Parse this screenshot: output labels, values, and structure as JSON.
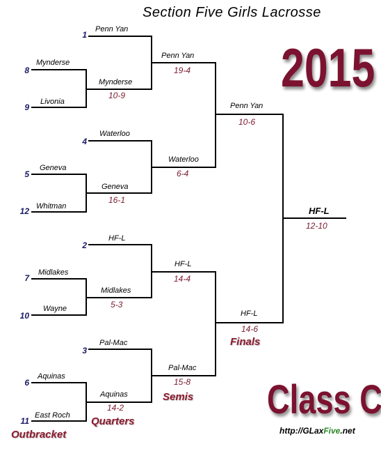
{
  "title": "Section Five Girls Lacrosse",
  "year": "2015",
  "class_label": "Class C",
  "website": {
    "prefix": "http://",
    "mid": "GLax",
    "brand": "Five",
    "suffix": ".net"
  },
  "colors": {
    "accent": "#7b1230",
    "seed": "#1a1a66",
    "score": "#7a1a2e",
    "brand_green": "#2a8a2a"
  },
  "round_labels": {
    "outbracket": "Outbracket",
    "quarters": "Quarters",
    "semis": "Semis",
    "finals": "Finals"
  },
  "outbracket": [
    {
      "seed": "8",
      "team": "Mynderse"
    },
    {
      "seed": "9",
      "team": "Livonia"
    },
    {
      "seed": "5",
      "team": "Geneva"
    },
    {
      "seed": "12",
      "team": "Whitman"
    },
    {
      "seed": "7",
      "team": "Midlakes"
    },
    {
      "seed": "10",
      "team": "Wayne"
    },
    {
      "seed": "6",
      "team": "Aquinas"
    },
    {
      "seed": "11",
      "team": "East Roch"
    }
  ],
  "top_seeds": [
    {
      "seed": "1",
      "team": "Penn Yan"
    },
    {
      "seed": "4",
      "team": "Waterloo"
    },
    {
      "seed": "2",
      "team": "HF-L"
    },
    {
      "seed": "3",
      "team": "Pal-Mac"
    }
  ],
  "outbracket_results": [
    {
      "winner": "Mynderse",
      "score": "10-9"
    },
    {
      "winner": "Geneva",
      "score": "16-1"
    },
    {
      "winner": "Midlakes",
      "score": "5-3"
    },
    {
      "winner": "Aquinas",
      "score": "14-2"
    }
  ],
  "quarter_results": [
    {
      "winner": "Penn Yan",
      "score": "19-4"
    },
    {
      "winner": "Waterloo",
      "score": "6-4"
    },
    {
      "winner": "HF-L",
      "score": "14-4"
    },
    {
      "winner": "Pal-Mac",
      "score": "15-8"
    }
  ],
  "semi_results": [
    {
      "winner": "Penn Yan",
      "score": "10-6"
    },
    {
      "winner": "HF-L",
      "score": "14-6"
    }
  ],
  "final_result": {
    "winner": "HF-L",
    "score": "12-10"
  }
}
